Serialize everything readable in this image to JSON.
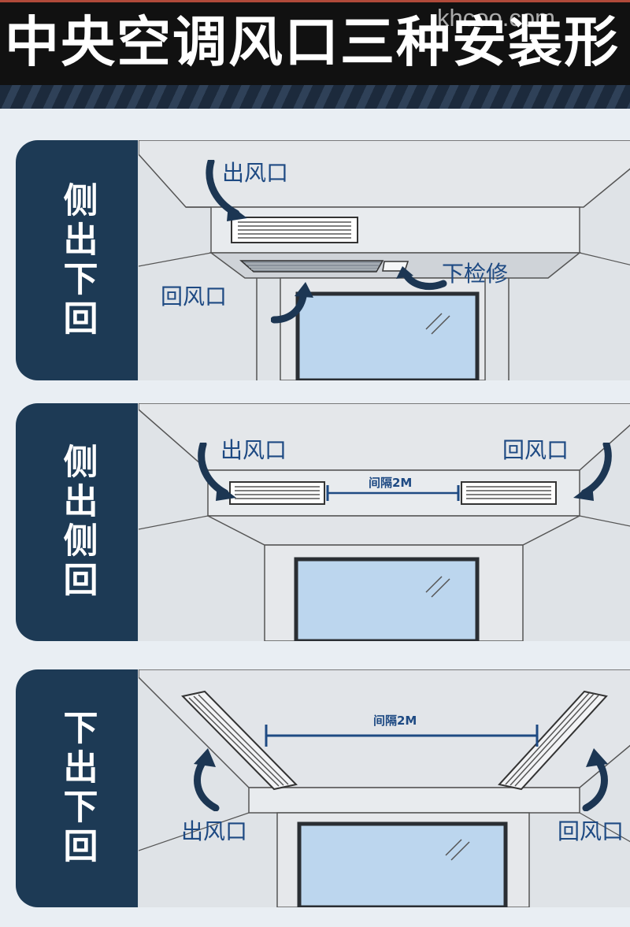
{
  "header": {
    "title": "中央空调风口三种安装形",
    "watermark": "khcoo.com"
  },
  "colors": {
    "header_bg": "#111111",
    "label_panel": "#1d3a55",
    "label_text": "#ffffff",
    "annotation": "#1e4a83",
    "arrow": "#1c3653",
    "wall": "#dfe3e7",
    "window_glass": "#bcd6ee"
  },
  "panels": [
    {
      "label": "侧出下回",
      "outlet": "出风口",
      "return": "回风口",
      "access": "下检修"
    },
    {
      "label": "侧出侧回",
      "outlet": "出风口",
      "return": "回风口",
      "spacing": "间隔2M"
    },
    {
      "label": "下出下回",
      "outlet": "出风口",
      "return": "回风口",
      "spacing": "间隔2M"
    }
  ]
}
